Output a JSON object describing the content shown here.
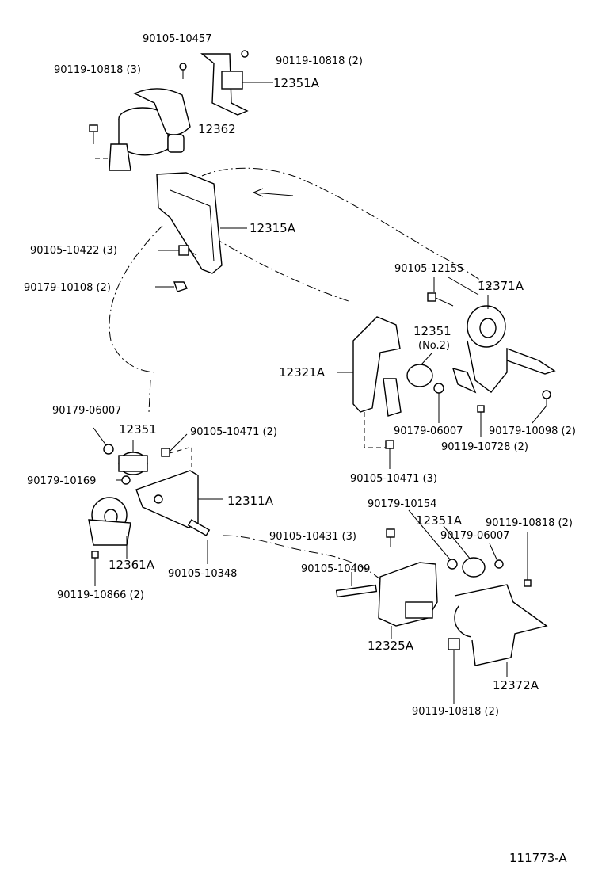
{
  "labels": {
    "p90105_10457": "90105-10457",
    "p90119_10818_3": "90119-10818 (3)",
    "p90119_10818_2_top": "90119-10818 (2)",
    "p12351A_top": "12351A",
    "p12362": "12362",
    "p12315A": "12315A",
    "p90105_10422_3": "90105-10422 (3)",
    "p90179_10108_2": "90179-10108 (2)",
    "p90105_12155": "90105-12155",
    "p12371A": "12371A",
    "p12351_mid": "12351",
    "p12351_no2": "(No.2)",
    "p12321A": "12321A",
    "p90179_06007_left": "90179-06007",
    "p90179_06007_mid": "90179-06007",
    "p90179_10098_2": "90179-10098 (2)",
    "p90119_10728_2": "90119-10728 (2)",
    "p90105_10471_3": "90105-10471 (3)",
    "p12351_left": "12351",
    "p90105_10471_2": "90105-10471 (2)",
    "p90179_10169": "90179-10169",
    "p12311A": "12311A",
    "p90179_10154": "90179-10154",
    "p12351A_low": "12351A",
    "p90119_10818_2_right": "90119-10818 (2)",
    "p90179_06007_low": "90179-06007",
    "p90105_10431_3": "90105-10431 (3)",
    "p12361A": "12361A",
    "p90105_10409": "90105-10409",
    "p90105_10348": "90105-10348",
    "p90119_10866_2": "90119-10866 (2)",
    "p12325A": "12325A",
    "p12372A": "12372A",
    "p90119_10818_2_bottom": "90119-10818 (2)",
    "diagram_id": "111773-A"
  }
}
